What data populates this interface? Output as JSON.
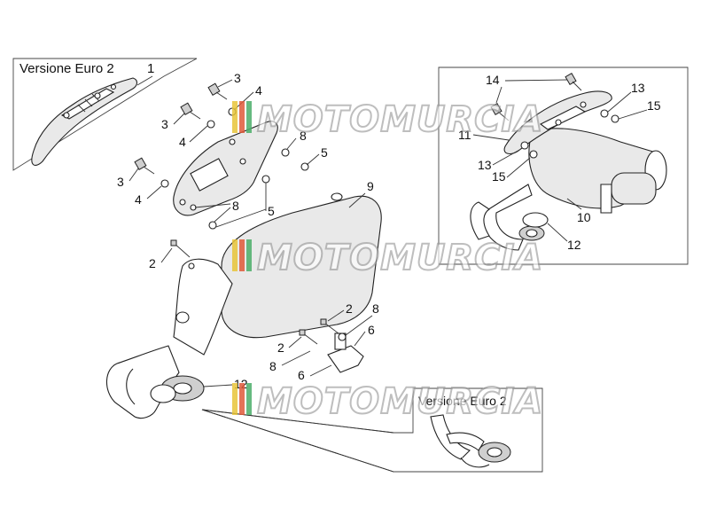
{
  "inset_top_left": {
    "title": "Versione Euro 2",
    "part": "1"
  },
  "inset_bottom_right": {
    "title": "Versione Euro 2"
  },
  "watermark": {
    "text": "MOTOMURCIA",
    "colors": [
      "#e8c53a",
      "#e05a3a",
      "#4caf6a"
    ]
  },
  "callouts": {
    "c1": "1",
    "c2a": "2",
    "c2b": "2",
    "c2c": "2",
    "c3a": "3",
    "c3b": "3",
    "c3c": "3",
    "c4a": "4",
    "c4b": "4",
    "c4c": "4",
    "c5a": "5",
    "c5b": "5",
    "c6a": "6",
    "c6b": "6",
    "c8a": "8",
    "c8b": "8",
    "c8c": "8",
    "c8d": "8",
    "c9": "9",
    "c10": "10",
    "c11": "11",
    "c12a": "12",
    "c12b": "12",
    "c13a": "13",
    "c13b": "13",
    "c14": "14",
    "c15a": "15",
    "c15b": "15"
  }
}
